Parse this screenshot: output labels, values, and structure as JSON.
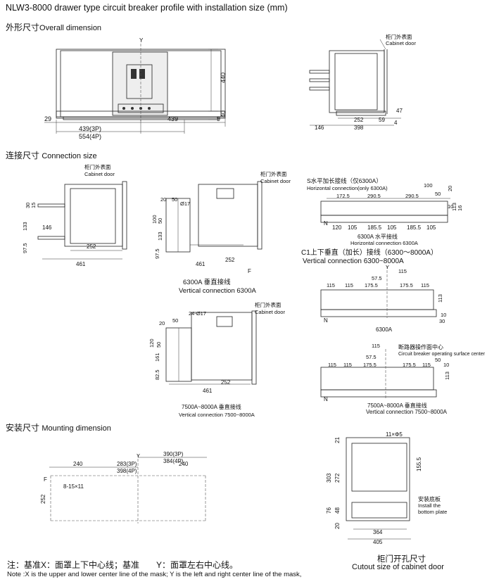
{
  "title": "NLW3-8000 drawer type circuit breaker profile with installation size (mm)",
  "sections": {
    "overall": {
      "cn": "外形尺寸",
      "en": "Overall dimension"
    },
    "connection": {
      "cn": "连接尺寸",
      "en": "Connection size"
    },
    "mounting": {
      "cn": "安装尺寸",
      "en": "Mounting dimension"
    }
  },
  "labels": {
    "y": "Y",
    "cabinet_door_cn": "柜门外表面",
    "cabinet_door_en": "Cabinet door",
    "n": "N",
    "f_box": "F",
    "h_conn_cn": "S水平加长接线（仅6300A）",
    "h_conn_en": "Horizontal connection(only 6300A)",
    "h6300_cn": "6300A 水平接线",
    "h6300_en": "Horizontal connection 6300A",
    "c1_cn": "C1上下垂直（加长）接线（6300～8000A）",
    "c1_en": "Vertical connection 6300~8000A",
    "v6300_cn": "6300A 垂直接线",
    "v6300_en": "Vertical connection 6300A",
    "label_6300a": "6300A",
    "v7500_cn": "7500A~8000A 垂直接线",
    "v7500_en": "Vertical connection 7500~8000A",
    "op_center_cn": "断路器操作面中心",
    "op_center_en": "Circuit breaker operating surface center",
    "bottom_plate_cn": "安装底板",
    "bottom_plate_en1": "Install the",
    "bottom_plate_en2": "bottom plate"
  },
  "dims": {
    "front_440": "440",
    "front_40": "40",
    "front_29": "29",
    "front_439": "439",
    "front_9": "9",
    "front_439_3p": "439(3P)",
    "front_554_4p": "554(4P)",
    "side_47": "47",
    "side_252": "252",
    "side_59": "59",
    "side_4": "4",
    "side_146": "146",
    "side_398": "398",
    "c1_30": "30",
    "c1_15": "15",
    "c1_133": "133",
    "c1_146": "146",
    "c1_97_5": "97.5",
    "c1_252": "252",
    "c1_461": "461",
    "v6_20": "20",
    "v6_50": "50",
    "v6_phi17": "Ø17",
    "v6_100": "100",
    "v6_50b": "50",
    "v6_133": "133",
    "v6_97_5": "97.5",
    "v6_461": "461",
    "v6_252": "252",
    "v75_24phi17": "24-Ø17",
    "v75_20": "20",
    "v75_50": "50",
    "v75_120": "120",
    "v75_50b": "50",
    "v75_161": "161",
    "v75_82_5": "82.5",
    "v75_252": "252",
    "v75_461": "461",
    "hz_100": "100",
    "hz_20": "20",
    "hz_50": "50",
    "hz_172_5": "172.5",
    "hz_290_5a": "290.5",
    "hz_290_5b": "290.5",
    "hz_10": "10",
    "hz_120": "120",
    "hz_105a": "105",
    "hz_185_5a": "185.5",
    "hz_105b": "105",
    "hz_185_5b": "185.5",
    "hz_105c": "105",
    "hz_113": "113",
    "hz_16": "16",
    "vc_57_5": "57.5",
    "vc_115": "115",
    "vc_115a": "115",
    "vc_115b": "115",
    "vc_175_5a": "175.5",
    "vc_175_5b": "175.5",
    "vc_115c": "115",
    "vc_113": "113",
    "vc_10": "10",
    "vc_30": "30",
    "v8_115": "115",
    "v8_57_5": "57.5",
    "v8_115a": "115",
    "v8_115b": "115",
    "v8_175_5a": "175.5",
    "v8_175_5b": "175.5",
    "v8_115c": "115",
    "v8_50": "50",
    "v8_10": "10",
    "v8_113": "113",
    "m_390_3p": "390(3P)",
    "m_384_4p": "384(4P)",
    "m_240": "240",
    "m_283_3p": "283(3P)",
    "m_398_4p": "398(4P)",
    "m_240b": "240",
    "m_holes": "8-15×11",
    "m_252": "252",
    "cut_11phi5": "11×Φ5",
    "cut_21": "21",
    "cut_155_5": "155.5",
    "cut_303": "303",
    "cut_272": "272",
    "cut_76": "76",
    "cut_48": "48",
    "cut_20": "20",
    "cut_364": "364",
    "cut_405": "405"
  },
  "notes": {
    "cn": "注：基准X：面罩上下中心线；基准　　Y：面罩左右中心线。",
    "en": "Note :X is the upper and lower center line of the mask; Y is the left and right center line of the mask,"
  },
  "cutout": {
    "cn": "柜门开孔尺寸",
    "en": "Cutout size of cabinet door"
  }
}
